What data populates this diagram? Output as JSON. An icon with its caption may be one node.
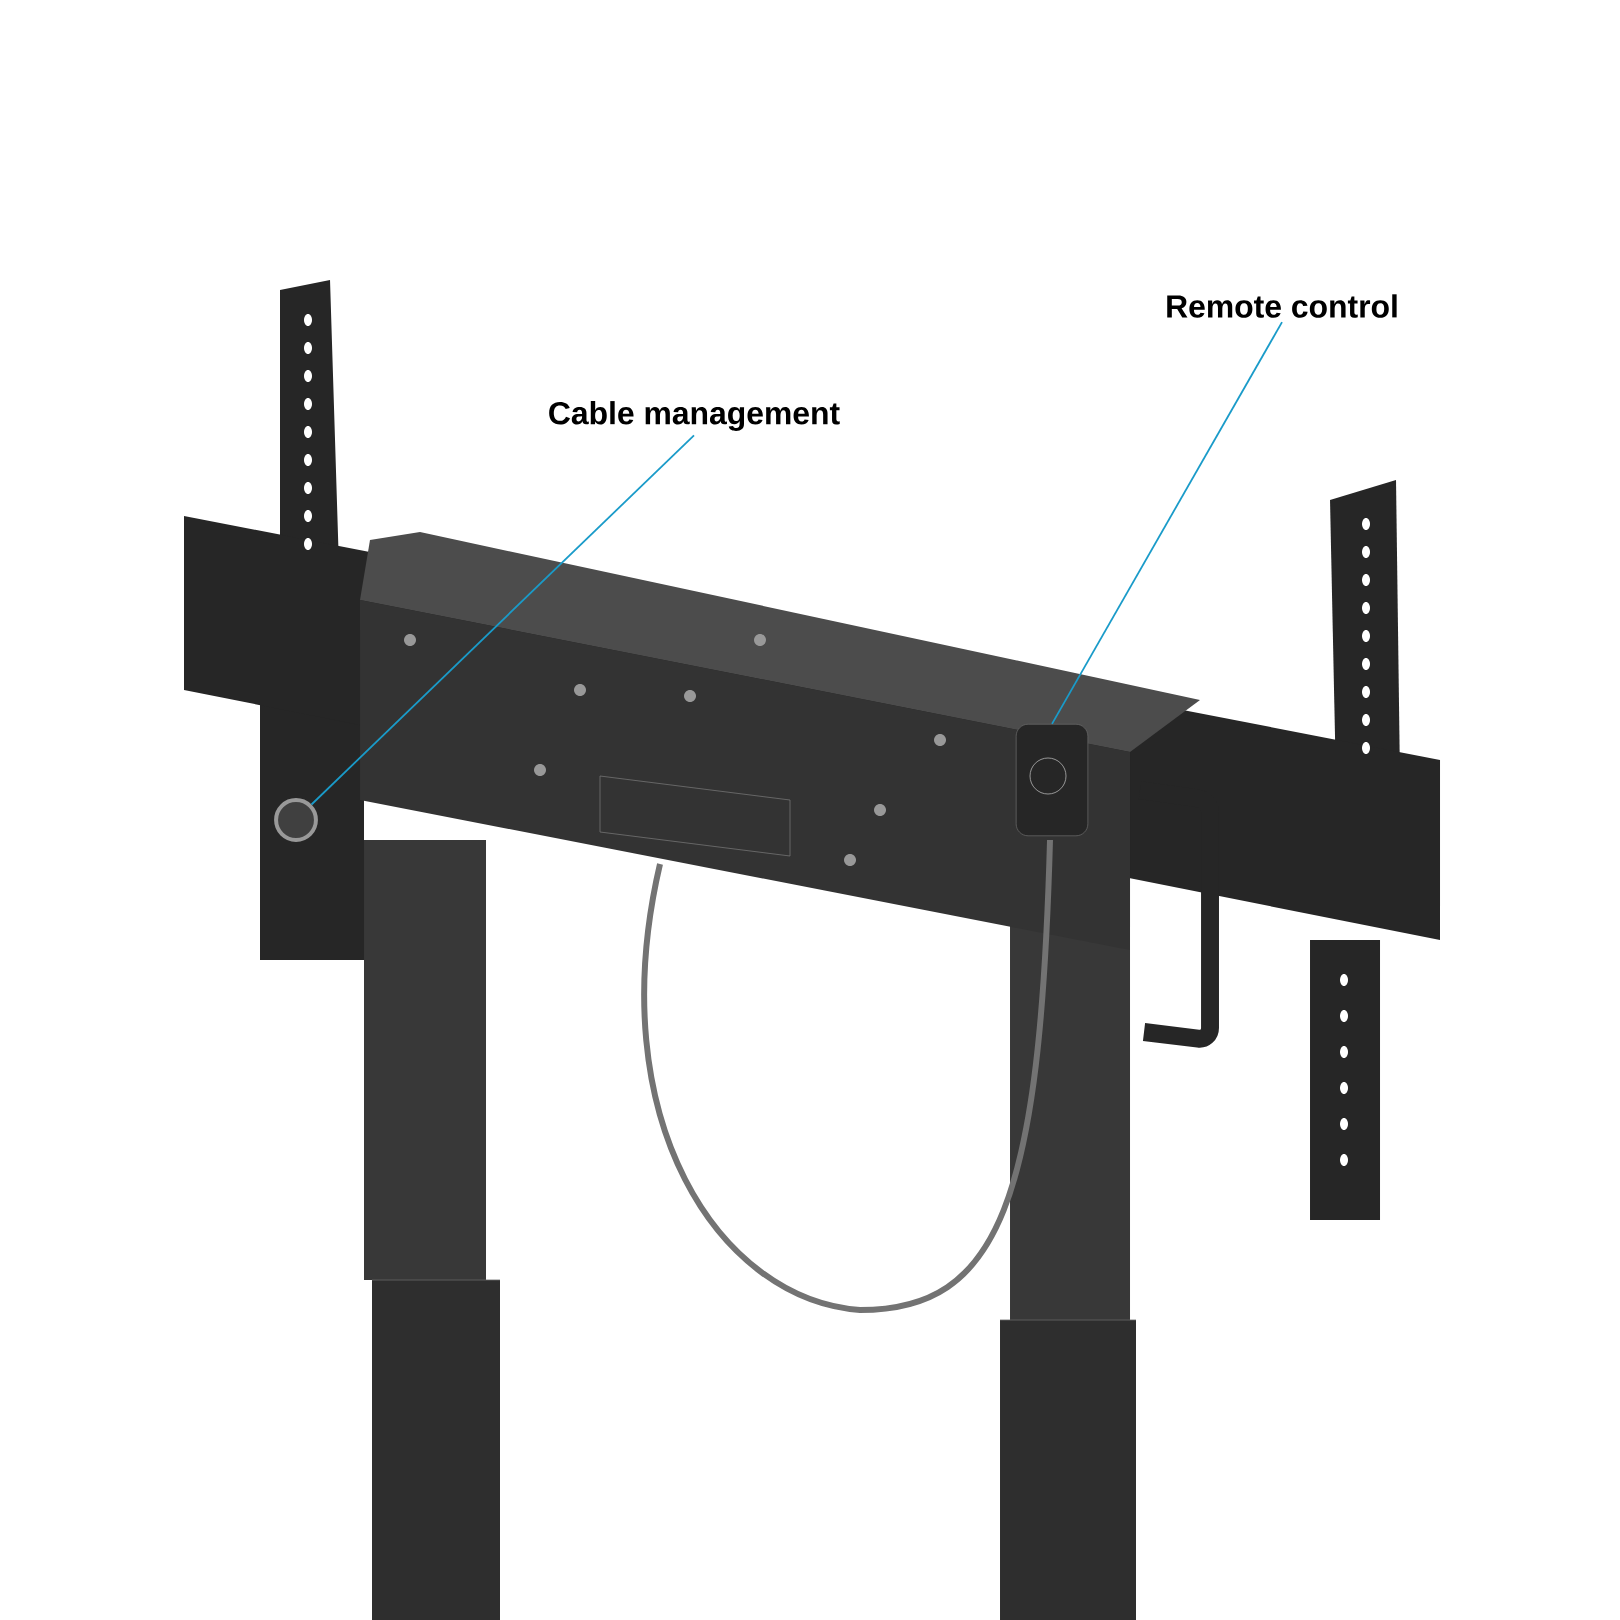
{
  "diagram": {
    "nodes": [
      {
        "text": [
          "Cable management"
        ]
      },
      {
        "text": [
          "Remote control"
        ]
      },
      {
        "text": [],
        "shape": "circle"
      },
      {
        "text": [],
        "shape": "box"
      }
    ],
    "edges": [
      {
        "from": 0,
        "to": 2,
        "arrow": "none"
      },
      {
        "from": 1,
        "to": 3,
        "arrow": "none"
      }
    ]
  }
}
